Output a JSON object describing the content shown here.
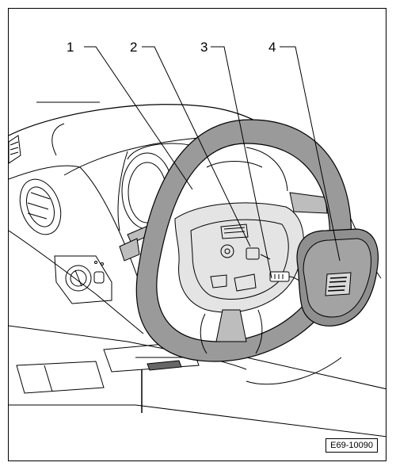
{
  "figure": {
    "callouts": [
      {
        "number": "1"
      },
      {
        "number": "2"
      },
      {
        "number": "3"
      },
      {
        "number": "4"
      }
    ],
    "reference_code": "E69-10090"
  },
  "colors": {
    "line": "#000000",
    "wheel_shade": "#9a9a9a",
    "airbag_shade": "#8f8f8f",
    "background": "#ffffff"
  }
}
